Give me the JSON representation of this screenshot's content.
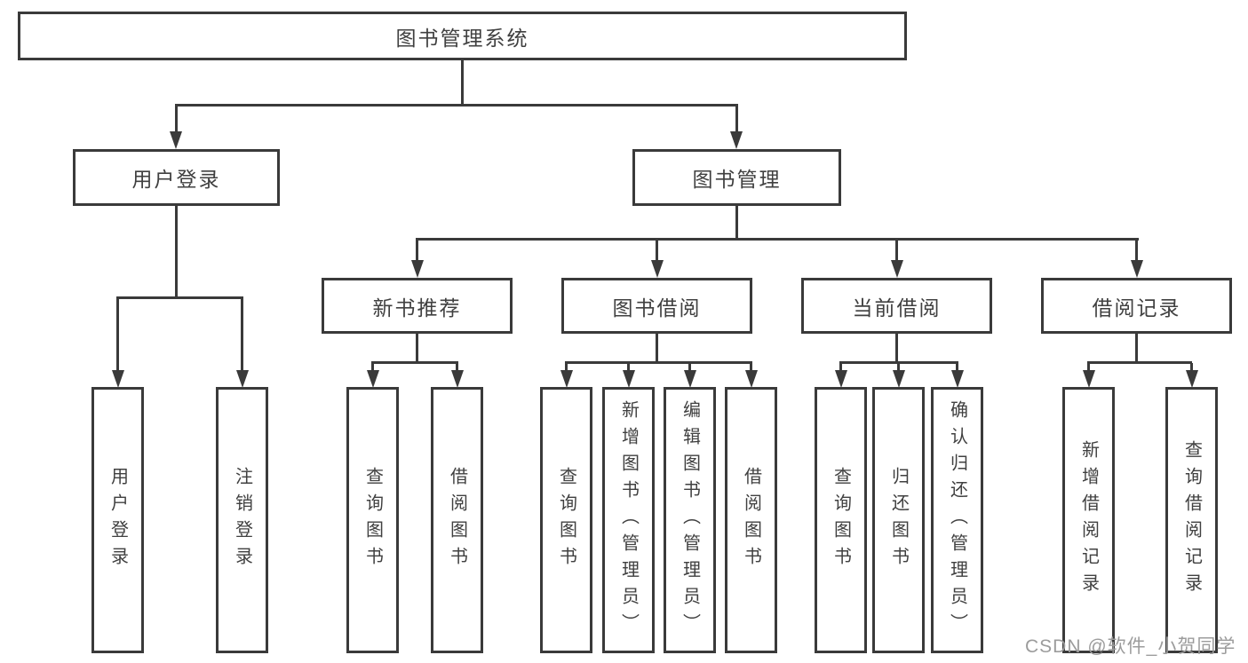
{
  "diagram": {
    "type": "tree",
    "root": {
      "label": "图书管理系统"
    },
    "level2": [
      {
        "label": "用户登录"
      },
      {
        "label": "图书管理"
      }
    ],
    "level3": [
      {
        "label": "新书推荐",
        "parent": "图书管理"
      },
      {
        "label": "图书借阅",
        "parent": "图书管理"
      },
      {
        "label": "当前借阅",
        "parent": "图书管理"
      },
      {
        "label": "借阅记录",
        "parent": "图书管理"
      }
    ],
    "leaves": [
      {
        "label": "用户登录",
        "parent": "用户登录"
      },
      {
        "label": "注销登录",
        "parent": "用户登录"
      },
      {
        "label": "查询图书",
        "parent": "新书推荐"
      },
      {
        "label": "借阅图书",
        "parent": "新书推荐"
      },
      {
        "label": "查询图书",
        "parent": "图书借阅"
      },
      {
        "label": "新增图书（管理员）",
        "parent": "图书借阅"
      },
      {
        "label": "编辑图书（管理员）",
        "parent": "图书借阅"
      },
      {
        "label": "借阅图书",
        "parent": "图书借阅"
      },
      {
        "label": "查询图书",
        "parent": "当前借阅"
      },
      {
        "label": "归还图书",
        "parent": "当前借阅"
      },
      {
        "label": "确认归还（管理员）",
        "parent": "当前借阅"
      },
      {
        "label": "新增借阅记录",
        "parent": "借阅记录"
      },
      {
        "label": "查询借阅记录",
        "parent": "借阅记录"
      }
    ],
    "colors": {
      "line": "#3a3a3a",
      "text": "#404040",
      "background": "#ffffff",
      "watermark": "#9c9c9c"
    }
  },
  "watermark": {
    "text": "CSDN @软件_小贺同学"
  }
}
